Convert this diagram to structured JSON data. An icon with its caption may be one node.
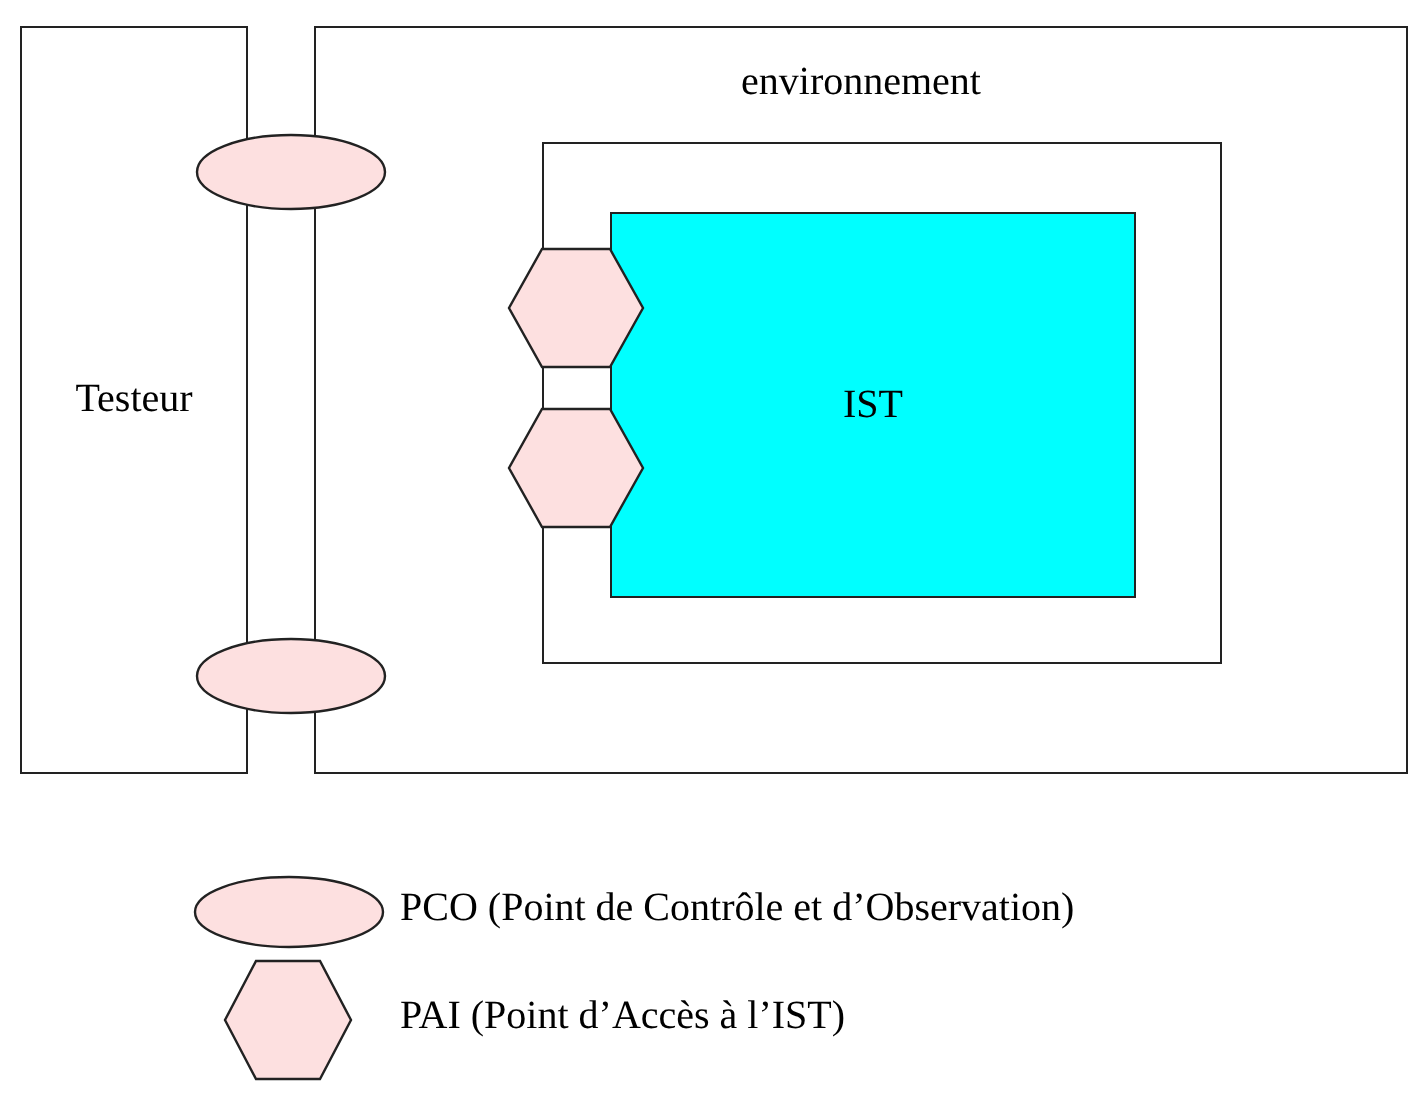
{
  "diagram": {
    "nodes": [
      {
        "text": [
          "Testeur"
        ]
      },
      {
        "text": [
          "environnement"
        ]
      },
      {
        "text": [],
        "shape": "box",
        "in": 1
      },
      {
        "text": [
          "IST"
        ],
        "in": 2
      },
      {
        "text": [],
        "shape": "hexagon",
        "in": 1
      },
      {
        "text": [],
        "shape": "hexagon",
        "in": 1
      },
      {
        "text": [],
        "shape": "ellipse"
      },
      {
        "text": [],
        "shape": "ellipse"
      }
    ],
    "legend": [
      {
        "text": "PCO (Point de Contrôle et d’Observation)"
      },
      {
        "text": "PAI (Point d’Accès à l’IST)"
      }
    ]
  }
}
